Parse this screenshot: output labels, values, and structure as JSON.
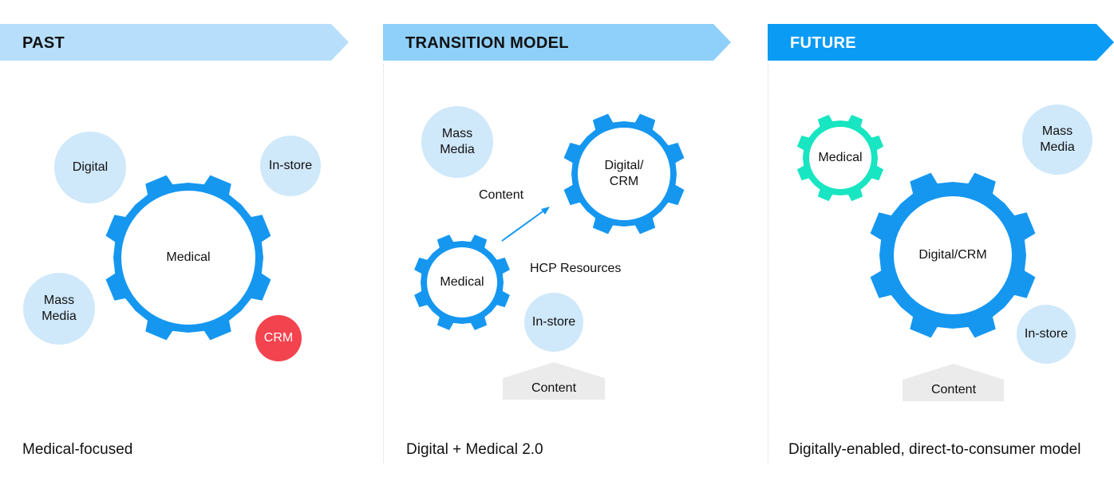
{
  "colors": {
    "banner_past": "#b7dffb",
    "banner_transition": "#8fd0fb",
    "banner_future": "#0a9bf4",
    "gear_blue": "#1597f0",
    "gear_teal": "#18e5c1",
    "bubble_light": "#cfe8fa",
    "bubble_crm": "#f2434e",
    "content_tag": "#ebebeb"
  },
  "past": {
    "banner": "PAST",
    "gear_center": "Medical",
    "bubbles": {
      "digital": "Digital",
      "instore": "In-store",
      "mass_media": "Mass\nMedia",
      "crm": "CRM"
    },
    "caption": "Medical-focused"
  },
  "transition": {
    "banner": "TRANSITION MODEL",
    "mass_media": "Mass\nMedia",
    "gear_large": "Digital/\nCRM",
    "gear_small": "Medical",
    "arrow_label": "Content",
    "hcp_label": "HCP Resources",
    "instore": "In-store",
    "content_tag": "Content",
    "caption": "Digital + Medical 2.0"
  },
  "future": {
    "banner": "FUTURE",
    "gear_teal": "Medical",
    "mass_media": "Mass\nMedia",
    "gear_large": "Digital/CRM",
    "instore": "In-store",
    "content_tag": "Content",
    "caption": "Digitally-enabled, direct-to-consumer model"
  }
}
